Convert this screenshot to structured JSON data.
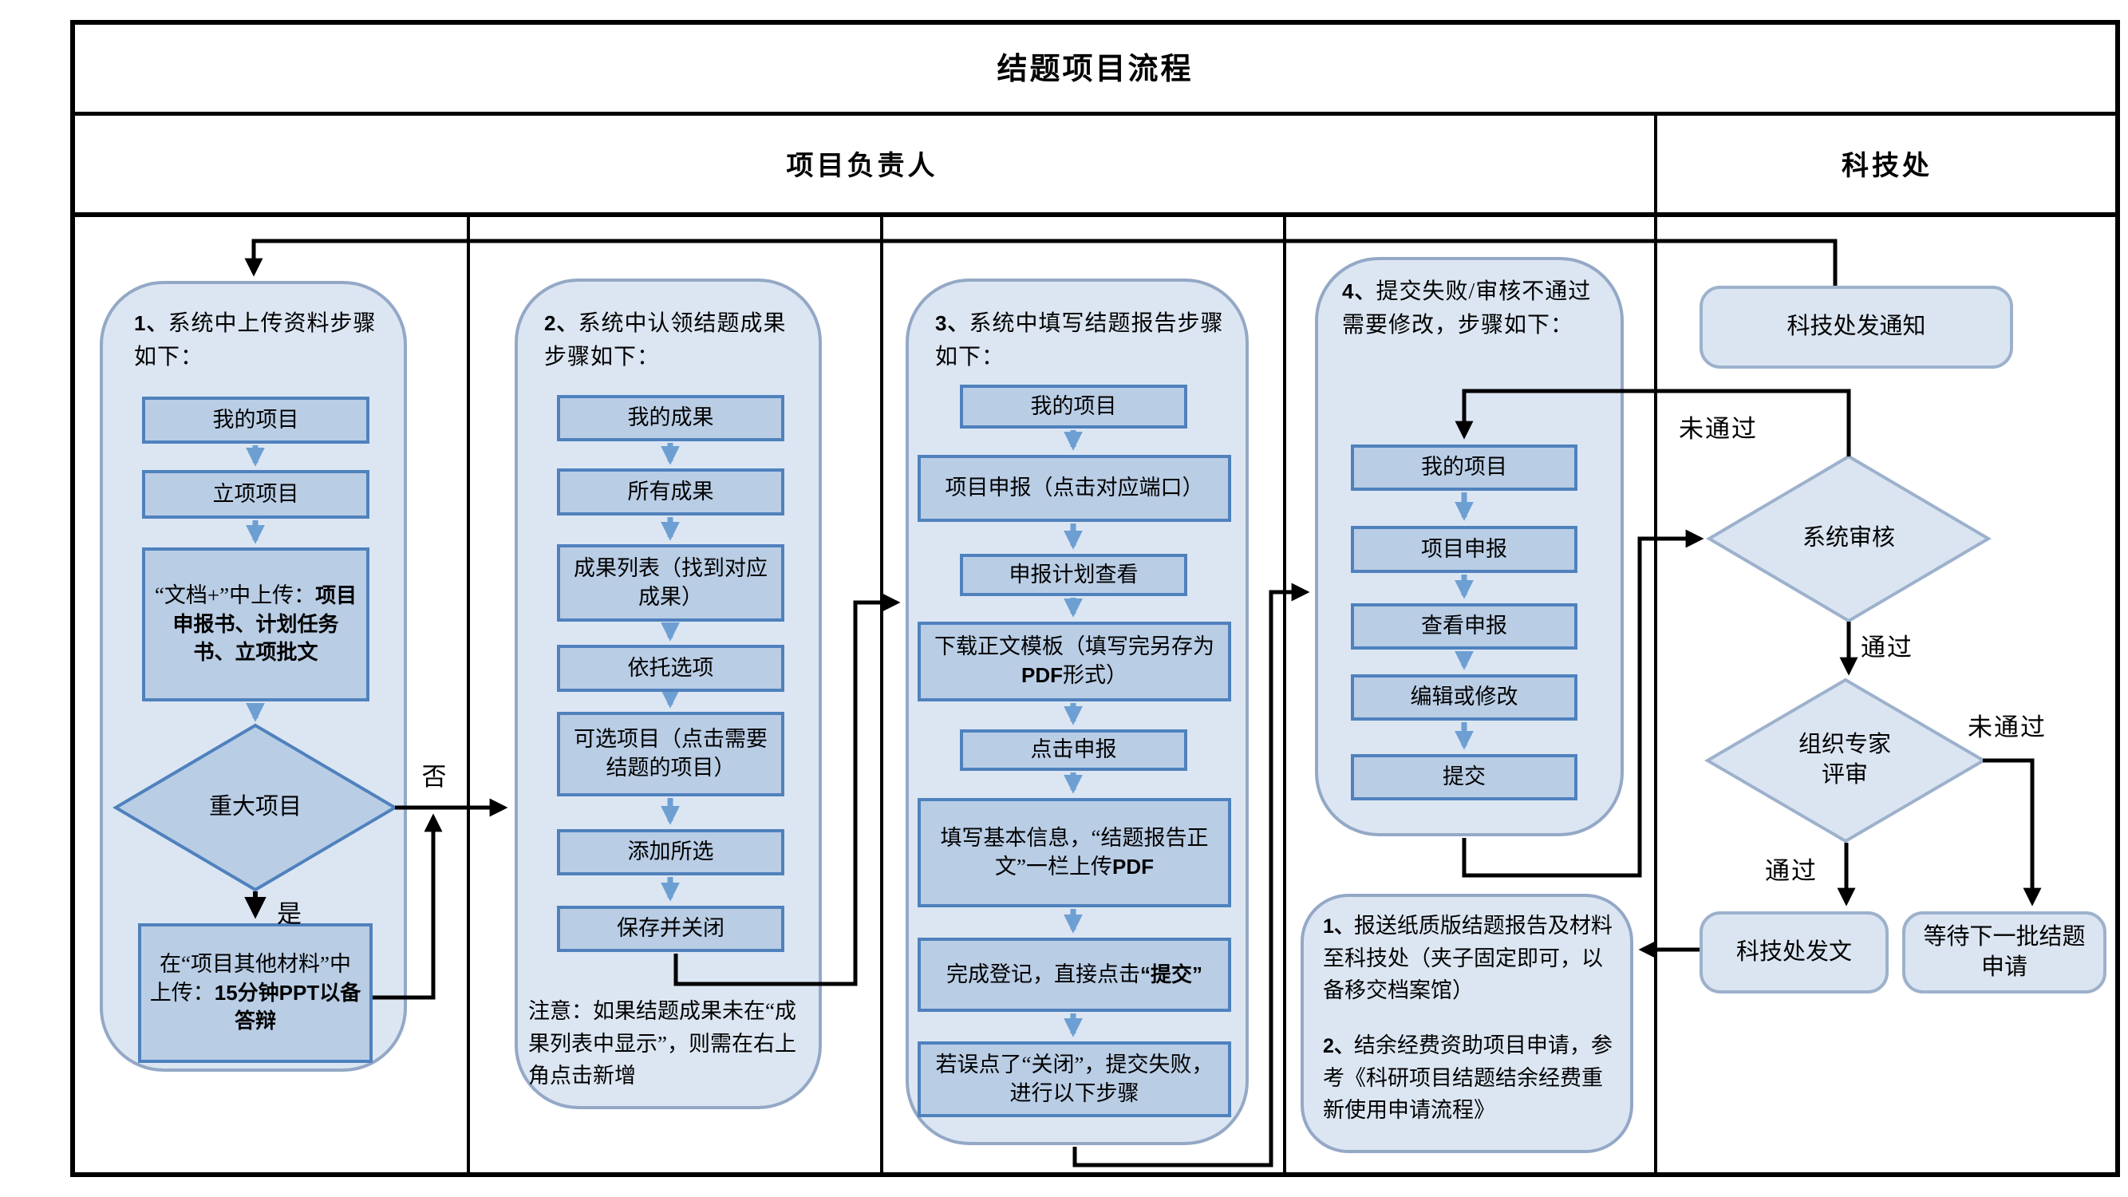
{
  "title": "结题项目流程",
  "lanes": {
    "owner": "项目负责人",
    "office": "科技处"
  },
  "labels": {
    "no": "否",
    "yes": "是",
    "pass": "通过",
    "fail": "未通过"
  },
  "groups": {
    "g1": {
      "num": "1、",
      "title": "系统中上传资料步骤如下：",
      "s1": "我的项目",
      "s2": "立项项目",
      "s3_pre": "“文档+”中上传：",
      "s3_bold": "项目申报书、计划任务书、立项批文",
      "decision": "重大项目",
      "s4_pre": "在“项目其他材料”中上传：",
      "s4_bold": "15分钟PPT以备答辩"
    },
    "g2": {
      "num": "2、",
      "title": "系统中认领结题成果步骤如下：",
      "s1": "我的成果",
      "s2": "所有成果",
      "s3": "成果列表（找到对应成果）",
      "s4": "依托选项",
      "s5": "可选项目（点击需要结题的项目）",
      "s6": "添加所选",
      "s7": "保存并关闭",
      "note": "注意：如果结题成果未在“成果列表中显示”，则需在右上角点击新增"
    },
    "g3": {
      "num": "3、",
      "title": "系统中填写结题报告步骤如下：",
      "s1": "我的项目",
      "s2": "项目申报（点击对应端口）",
      "s3": "申报计划查看",
      "s4_pre": "下载正文模板（填写完另存为",
      "s4_bold": "PDF",
      "s4_post": "形式）",
      "s5": "点击申报",
      "s6_pre": "填写基本信息，“结题报告正文”一栏上传",
      "s6_bold": "PDF",
      "s7_pre": "完成登记，直接点击",
      "s7_bold": "“提交”",
      "s8": "若误点了“关闭”，提交失败，进行以下步骤"
    },
    "g4": {
      "num": "4、",
      "title": "提交失败/审核不通过需要修改，步骤如下：",
      "s1": "我的项目",
      "s2": "项目申报",
      "s3": "查看申报",
      "s4": "编辑或修改",
      "s5": "提交"
    }
  },
  "notes": {
    "n1_num": "1、",
    "n1": "报送纸质版结题报告及材料至科技处（夹子固定即可，以备移交档案馆）",
    "n2_num": "2、",
    "n2": "结余经费资助项目申请，参考《科研项目结题结余经费重新使用申请流程》"
  },
  "office": {
    "notify": "科技处发通知",
    "review": "系统审核",
    "expert": "组织专家评审",
    "issue": "科技处发文",
    "wait": "等待下一批结题申请"
  },
  "colors": {
    "step_fill": "#b9cde5",
    "step_border": "#4f81bd",
    "group_fill": "#dce6f2",
    "group_border": "#94a8c6",
    "office_fill": "#dbe5f1",
    "office_border": "#9db1cc",
    "arrow_blue": "#6d9fd3",
    "line_black": "#000000"
  }
}
